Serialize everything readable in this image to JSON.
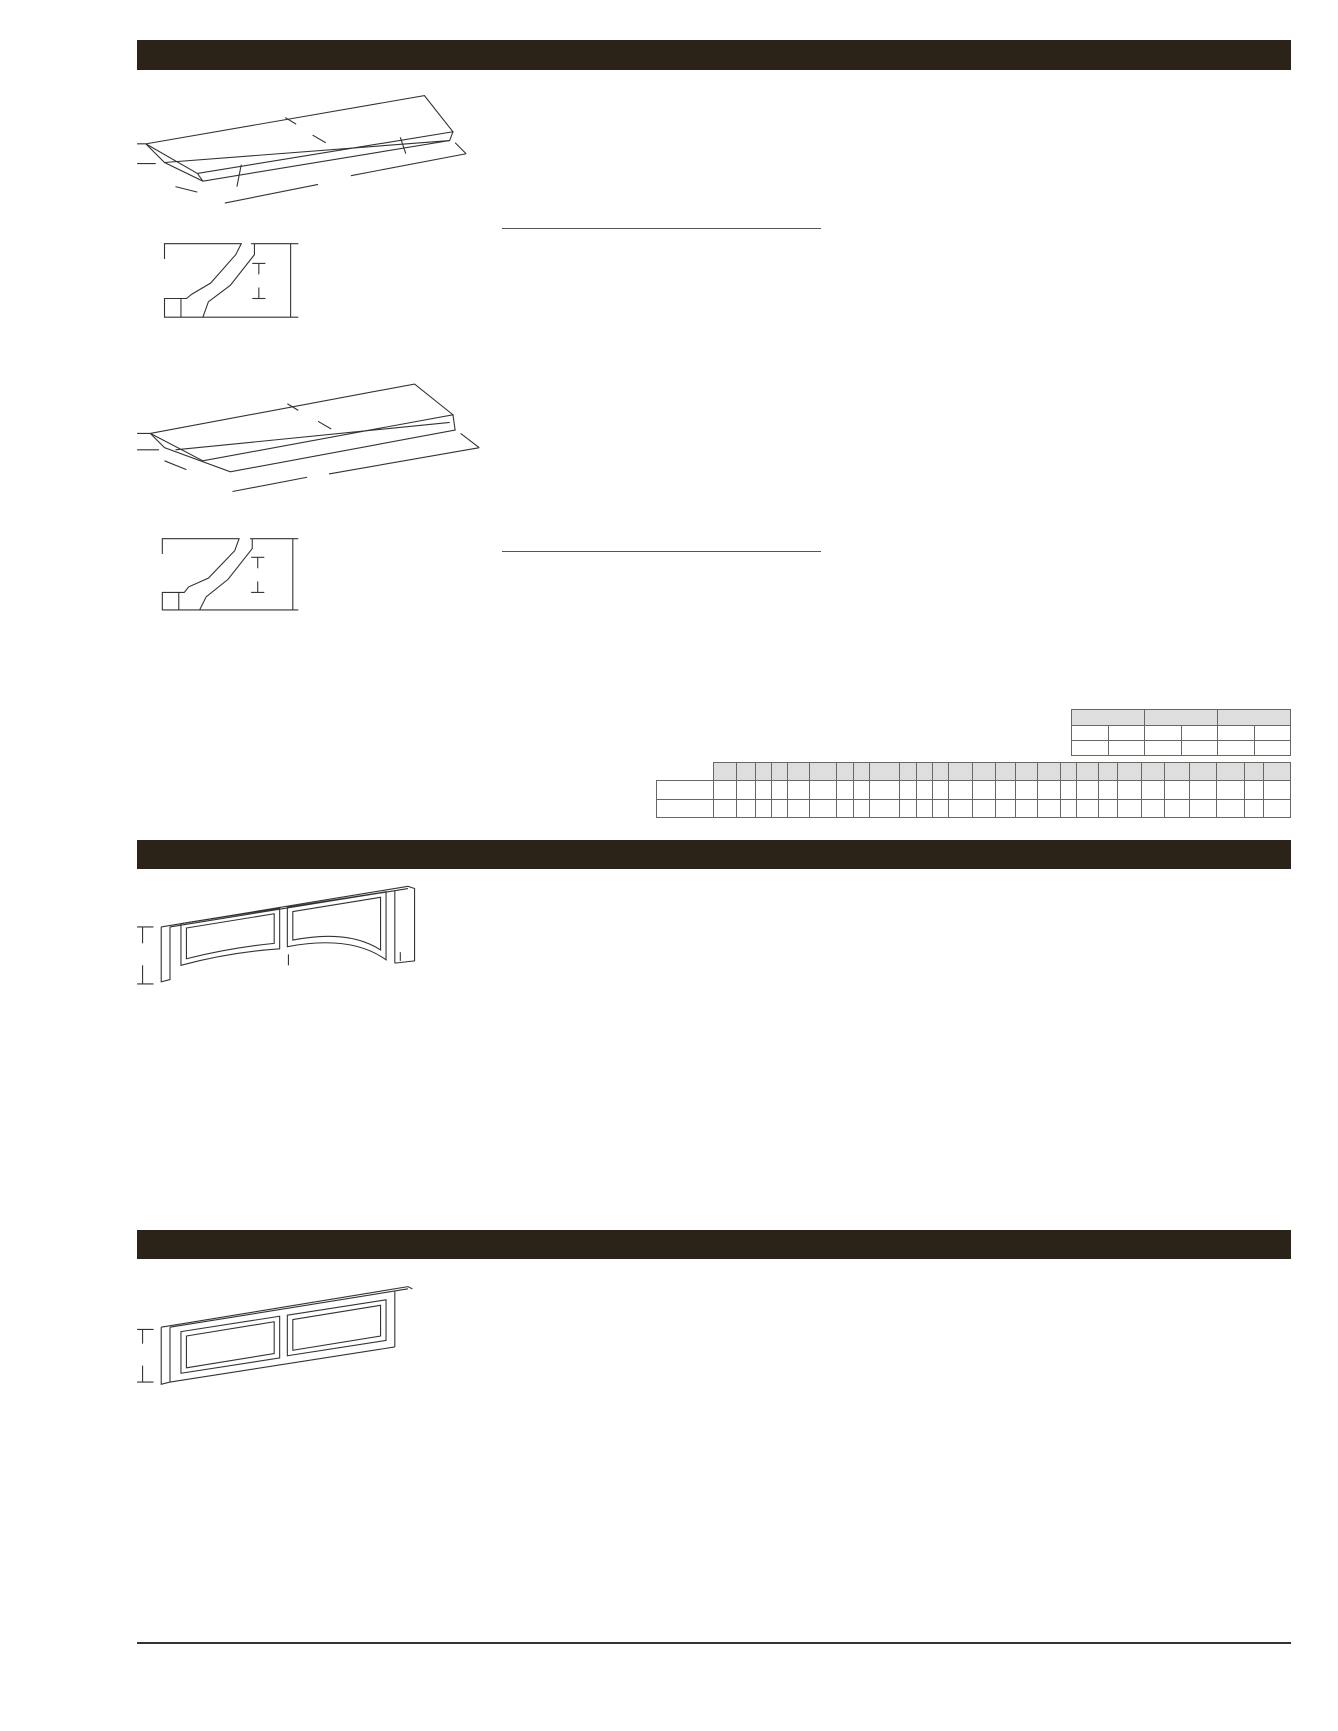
{
  "colors": {
    "section_bar": "#2b2218",
    "table_header_fill": "#dedede",
    "line": "#555555"
  },
  "sections": [
    {
      "icon": "crown-moulding-drawing"
    },
    {
      "icon": "arched-valance-drawing"
    },
    {
      "icon": "straight-valance-drawing"
    }
  ]
}
